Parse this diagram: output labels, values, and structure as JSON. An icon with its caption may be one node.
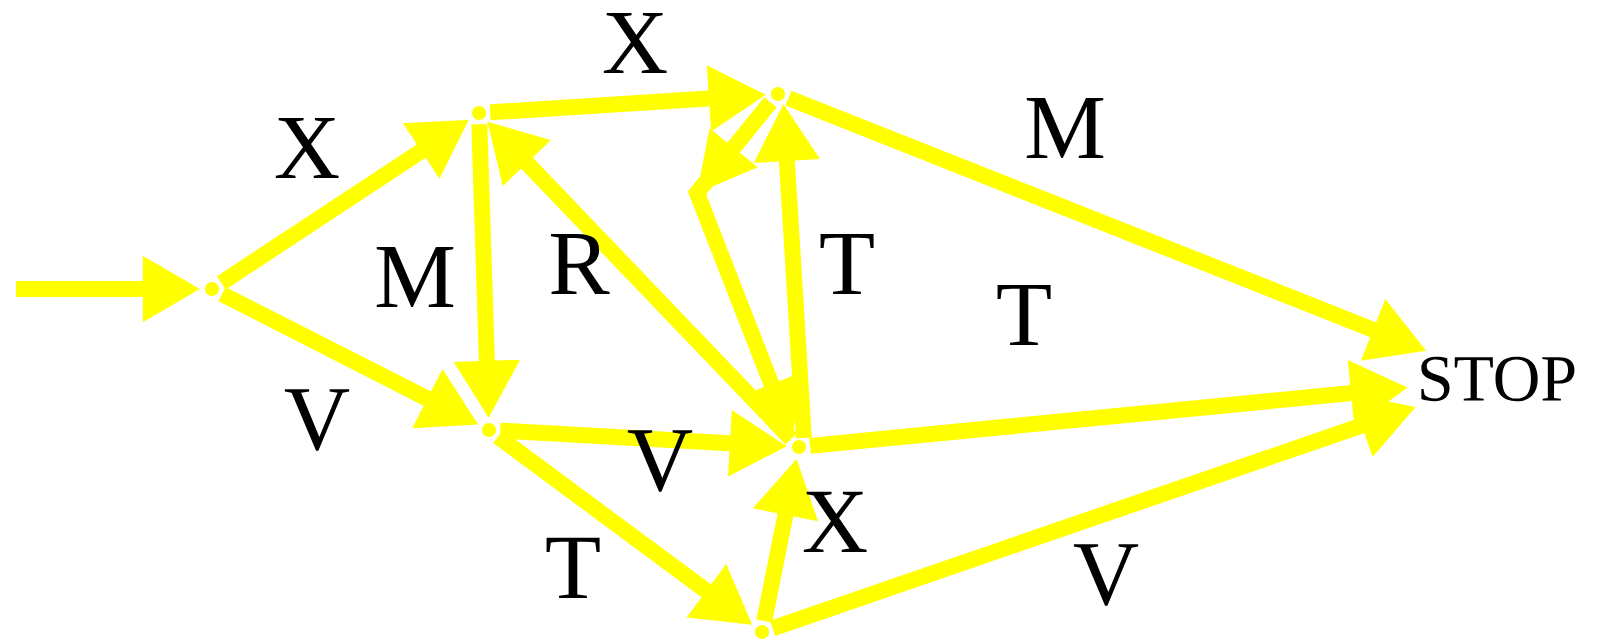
{
  "diagram": {
    "nodes": [
      {
        "text": [],
        "shape": "point"
      },
      {
        "text": [],
        "shape": "point"
      },
      {
        "text": [],
        "shape": "point"
      },
      {
        "text": [],
        "shape": "point"
      },
      {
        "text": [],
        "shape": "point"
      },
      {
        "text": [],
        "shape": "point"
      },
      {
        "text": [
          "STOP"
        ]
      }
    ],
    "edges": [
      {
        "from": null,
        "to": 0,
        "arrow": "to"
      },
      {
        "from": 0,
        "to": 1,
        "arrow": "to",
        "label": "X"
      },
      {
        "from": 0,
        "to": 2,
        "arrow": "to",
        "label": "V"
      },
      {
        "from": 1,
        "to": 2,
        "arrow": "to",
        "label": "M"
      },
      {
        "from": 1,
        "to": 3,
        "arrow": "to",
        "label": "X"
      },
      {
        "from": 4,
        "to": 1,
        "arrow": "to",
        "label": "R"
      },
      {
        "from": 3,
        "to": 4,
        "arrow": "to"
      },
      {
        "from": 4,
        "to": 3,
        "arrow": "to",
        "label": "T"
      },
      {
        "from": 3,
        "to": 6,
        "arrow": "to",
        "label": "M"
      },
      {
        "from": 4,
        "to": 6,
        "arrow": "to",
        "label": "T"
      },
      {
        "from": 2,
        "to": 4,
        "arrow": "to",
        "label": "V"
      },
      {
        "from": 2,
        "to": 5,
        "arrow": "to",
        "label": "T"
      },
      {
        "from": 5,
        "to": 4,
        "arrow": "to",
        "label": "X"
      },
      {
        "from": 5,
        "to": 6,
        "arrow": "to",
        "label": "V"
      }
    ]
  }
}
